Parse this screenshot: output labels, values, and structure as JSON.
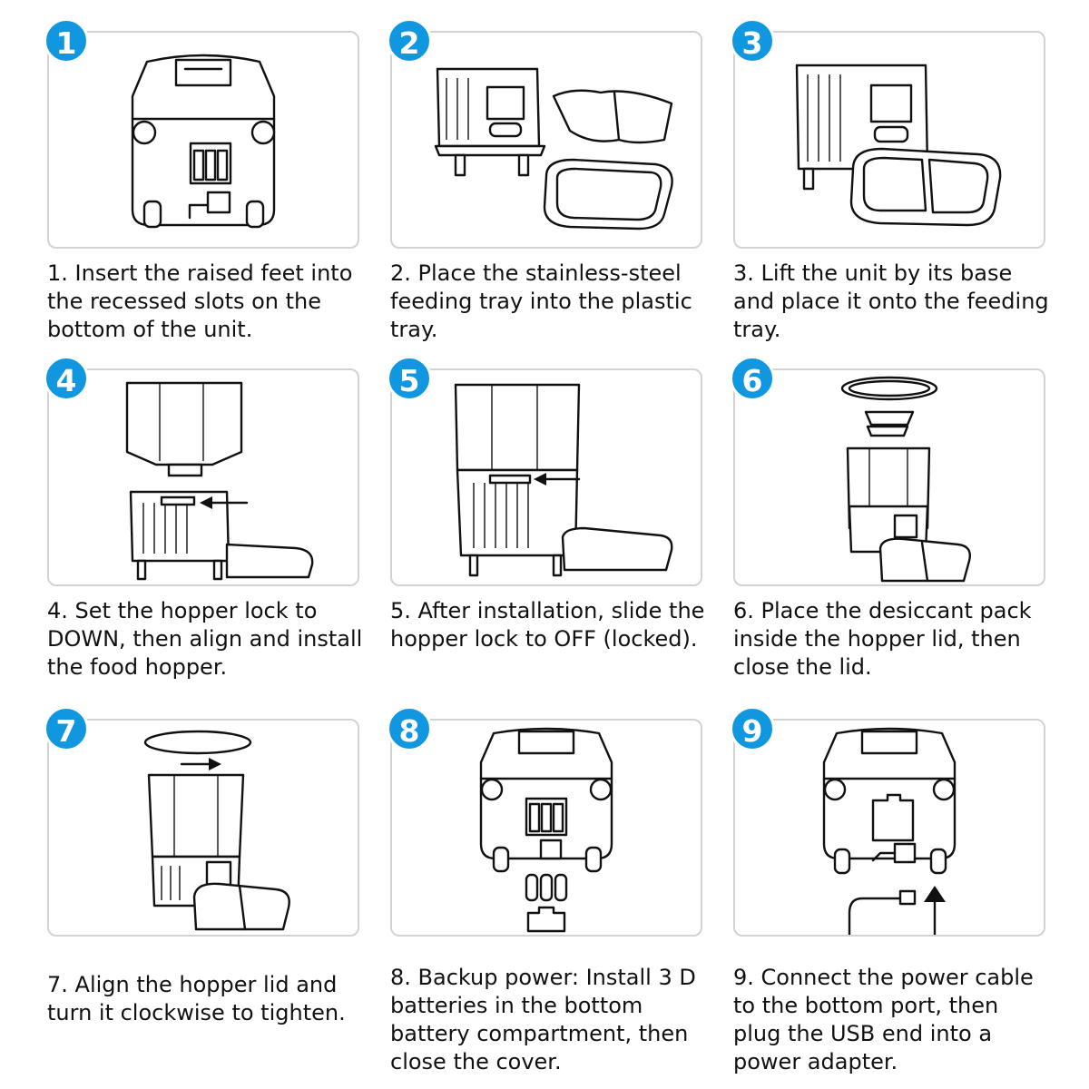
{
  "steps": [
    {
      "number": "1",
      "text": "1. Insert the raised feet into the recessed slots on the bottom of the unit."
    },
    {
      "number": "2",
      "text": "2. Place the stainless-steel feeding tray into the plastic tray."
    },
    {
      "number": "3",
      "text": "3. Lift the unit by its base and place it onto the feeding tray."
    },
    {
      "number": "4",
      "text": "4. Set the hopper lock to DOWN, then align and install the food hopper."
    },
    {
      "number": "5",
      "text": "5. After installation, slide the hopper lock to OFF (locked)."
    },
    {
      "number": "6",
      "text": "6. Place the desiccant pack inside the hopper lid, then close the lid."
    },
    {
      "number": "7",
      "text": "7. Align the hopper lid and turn it clockwise to tighten."
    },
    {
      "number": "8",
      "text": "8. Backup power: Install 3 D batteries in the bottom battery compartment, then close the cover."
    },
    {
      "number": "9",
      "text": "9. Connect the power cable to the bottom port, then plug the USB end into a power adapter."
    }
  ],
  "colors": {
    "badge": "#1196e0",
    "frame_border": "#cfd3d7",
    "text": "#111111"
  }
}
